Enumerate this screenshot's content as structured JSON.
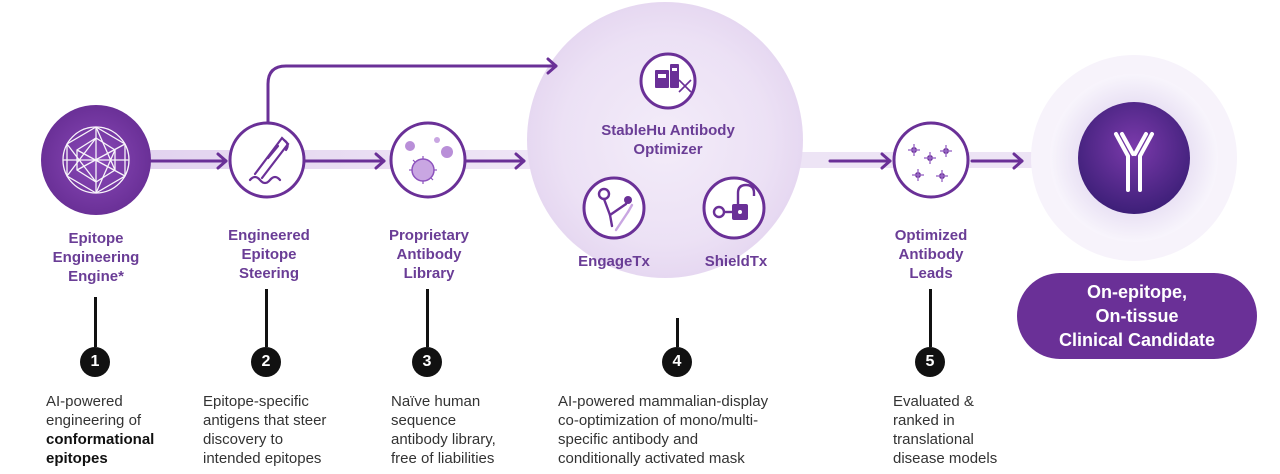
{
  "colors": {
    "accent": "#6a3097",
    "accent_light": "#e6d9f1",
    "text": "#333333"
  },
  "steps": [
    {
      "number": "1",
      "label_lines": [
        "Epitope",
        "Engineering",
        "Engine*"
      ],
      "icon": "geodesic-sphere-icon",
      "description_lines": [
        "AI-powered",
        "engineering of"
      ],
      "description_bold_lines": [
        "conformational",
        "epitopes"
      ]
    },
    {
      "number": "2",
      "label_lines": [
        "Engineered",
        "Epitope",
        "Steering"
      ],
      "icon": "protein-strand-icon",
      "description_lines": [
        "Epitope-specific",
        "antigens that steer",
        "discovery to",
        "intended epitopes"
      ]
    },
    {
      "number": "3",
      "label_lines": [
        "Proprietary",
        "Antibody",
        "Library"
      ],
      "icon": "phage-particles-icon",
      "description_lines": [
        "Naïve human",
        "sequence",
        "antibody library,",
        "free of liabilities"
      ]
    },
    {
      "number": "4",
      "optimizer_label_lines": [
        "StableHu Antibody",
        "Optimizer"
      ],
      "optimizer_icon": "lab-instrument-dna-icon",
      "modules": [
        {
          "label": "EngageTx",
          "icon": "bispecific-antibody-icon"
        },
        {
          "label": "ShieldTx",
          "icon": "padlock-key-icon"
        }
      ],
      "description_lines": [
        "AI-powered mammalian-display",
        "co-optimization of mono/multi-",
        "specific antibody and",
        "conditionally activated mask"
      ]
    },
    {
      "number": "5",
      "label_lines": [
        "Optimized",
        "Antibody",
        "Leads"
      ],
      "icon": "antibody-cluster-icon",
      "description_lines": [
        "Evaluated &",
        "ranked in",
        "translational",
        "disease models"
      ]
    }
  ],
  "final": {
    "icon": "antibody-icon",
    "label_lines": [
      "On-epitope,",
      "On-tissue",
      "Clinical Candidate"
    ]
  }
}
